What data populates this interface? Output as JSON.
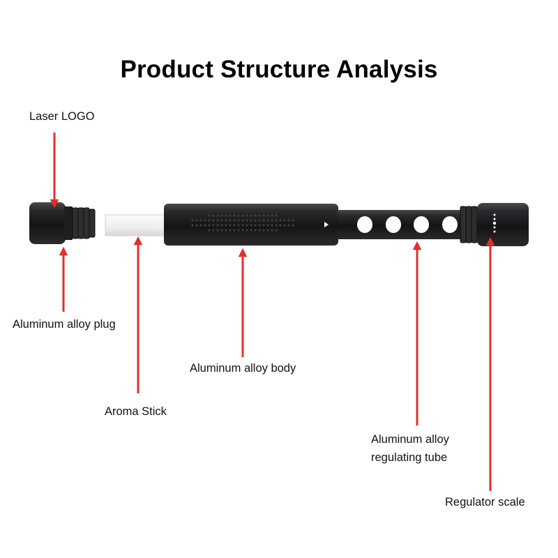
{
  "title": "Product Structure Analysis",
  "labels": {
    "laser_logo": "Laser LOGO",
    "plug": "Aluminum alloy plug",
    "aroma_stick": "Aroma Stick",
    "body": "Aluminum alloy body",
    "tube_line1": "Aluminum alloy",
    "tube_line2": "regulating tube",
    "regulator": "Regulator scale"
  },
  "colors": {
    "arrow": "#e0302a",
    "metal": "#1b1b1d",
    "stick": "#f4f4f4"
  }
}
